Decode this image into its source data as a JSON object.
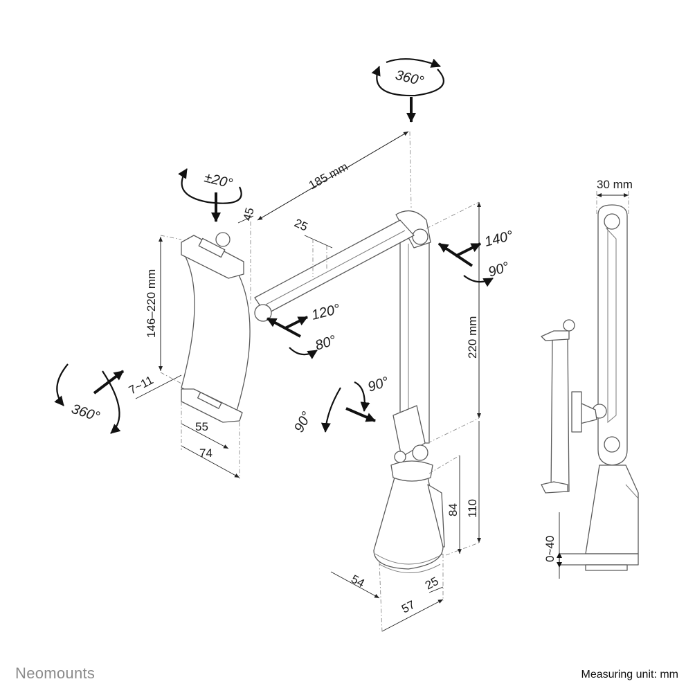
{
  "brand": "Neomounts",
  "measuring_unit": "Measuring unit: mm",
  "dimensions": {
    "arm_length": "185 mm",
    "side_width": "30 mm",
    "holder_range": "146–220 mm",
    "pole_height": "220 mm",
    "offset_45": "45",
    "offset_25_top": "25",
    "depth_7_11": "7~11",
    "holder_55": "55",
    "holder_74": "74",
    "base_84": "84",
    "base_110": "110",
    "base_54": "54",
    "base_57": "57",
    "base_25": "25",
    "clamp_range": "0~40"
  },
  "rotations": {
    "top_swivel": "360°",
    "holder_tilt": "±20°",
    "holder_rotate": "360°",
    "elbow_up": "140°",
    "elbow_down": "90°",
    "joint_up": "120°",
    "joint_down": "80°",
    "lower_right": "90°",
    "lower_left": "90°"
  }
}
